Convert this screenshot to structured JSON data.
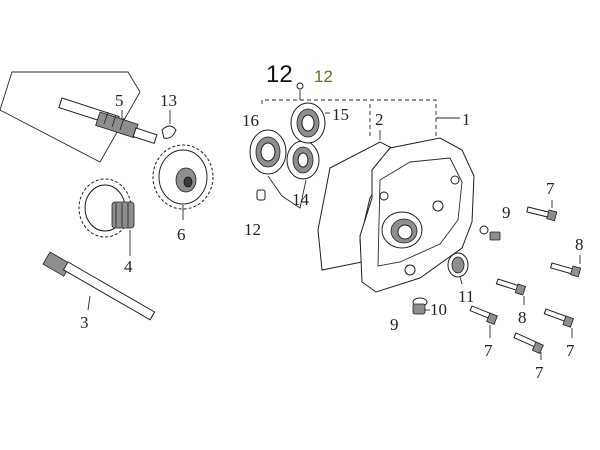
{
  "labels": {
    "p1": "1",
    "p2": "2",
    "p3": "3",
    "p4": "4",
    "p5": "5",
    "p6": "6",
    "p7a": "7",
    "p7b": "7",
    "p7c": "7",
    "p7d": "7",
    "p8a": "8",
    "p8b": "8",
    "p9a": "9",
    "p9b": "9",
    "p10": "10",
    "p11": "11",
    "p12a": "12",
    "p12b": "12",
    "p12c": "12",
    "p13": "13",
    "p14": "14",
    "p15": "15",
    "p16": "16"
  },
  "colors": {
    "ink": "#222222",
    "olive": "#6b6b2a",
    "shade": "#8e8e8e"
  }
}
